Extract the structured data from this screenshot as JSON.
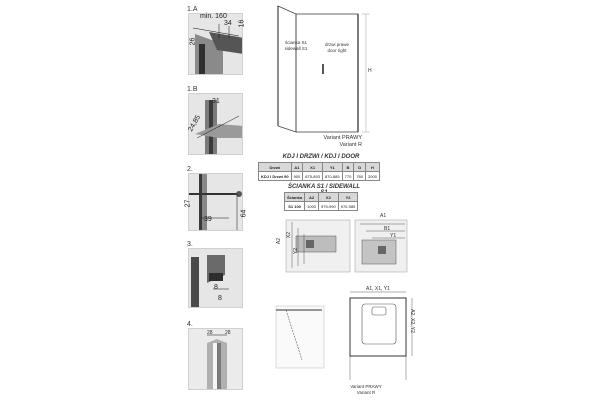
{
  "steps": {
    "s1a": {
      "label": "1.A",
      "dims": {
        "min": "min. 160",
        "a": "34",
        "b": "16",
        "c": "26"
      }
    },
    "s1b": {
      "label": "1.B",
      "dims": {
        "a": "31",
        "b": "24,85"
      }
    },
    "s2": {
      "label": "2.",
      "dims": {
        "a": "27",
        "b": "39",
        "c": "64"
      }
    },
    "s3": {
      "label": "3.",
      "dims": {
        "a": "8",
        "b": "8"
      }
    },
    "s4": {
      "label": "4.",
      "dims": {
        "a": "28",
        "b": "28"
      }
    }
  },
  "front_view": {
    "sidewall_label_1": "ścianka S1",
    "sidewall_label_2": "sidewall S1",
    "door_label_1": "drzwi prawe",
    "door_label_2": "door right",
    "height_label": "H",
    "variant_1": "Variant PRAWY",
    "variant_2": "Variant R"
  },
  "door_table": {
    "title": "KDJ I DRZWI / KDJ I DOOR",
    "headers": [
      "Drzwi",
      "A1",
      "X1",
      "Y1",
      "B",
      "D",
      "H"
    ],
    "rows": [
      [
        "KDJ I Drzwi 90",
        "900",
        "875-893",
        "870-885",
        "770",
        "780",
        "2000"
      ]
    ]
  },
  "sidewall_table": {
    "title": "ŚCIANKA S1 / SIDEWALL S1",
    "headers": [
      "Ścianka",
      "A2",
      "X2",
      "Y2"
    ],
    "rows": [
      [
        "S1 100",
        "1000",
        "975-990",
        "970-985"
      ]
    ]
  },
  "detail_dims": {
    "a2": "A2",
    "x2": "X2",
    "y2": "Y2",
    "a1": "A1",
    "b1": "B1",
    "y1": "Y1"
  },
  "plan_view": {
    "top_dim": "A1, X1, Y1",
    "side_dim": "A2, X2, Y2",
    "variant_1": "Variant PRAWY",
    "variant_2": "Variant R"
  }
}
